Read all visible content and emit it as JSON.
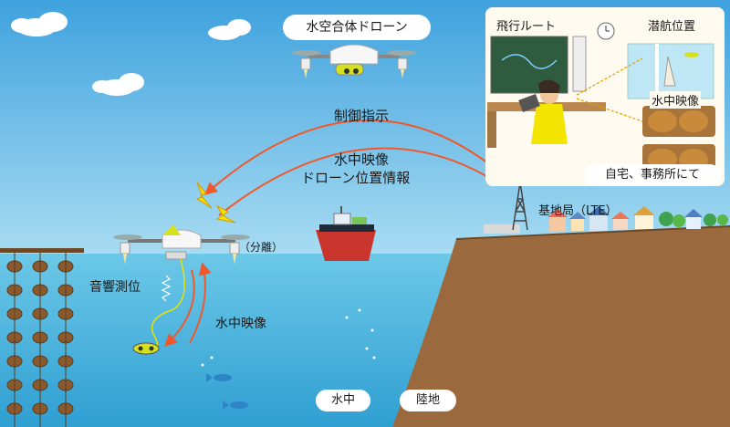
{
  "title": "水空合体ドローン",
  "labels": {
    "control": "制御指示",
    "underwater_video_pos": "水中映像",
    "drone_position": "ドローン位置情報",
    "separation": "（分離）",
    "acoustic_positioning": "音響測位",
    "underwater_video": "水中映像",
    "base_station": "基地局（LTE）",
    "underwater": "水中",
    "land": "陸地"
  },
  "panel": {
    "flight_route": "飛行ルート",
    "dive_position": "潜航位置",
    "underwater_video": "水中映像",
    "location": "自宅、事務所にて"
  },
  "colors": {
    "sky": "#3fa7e0",
    "sea": "#5ec3e6",
    "land": "#9a6a3e",
    "arrow": "#f0582b",
    "pill": "#ffffff",
    "panel": "#fffdf6"
  }
}
